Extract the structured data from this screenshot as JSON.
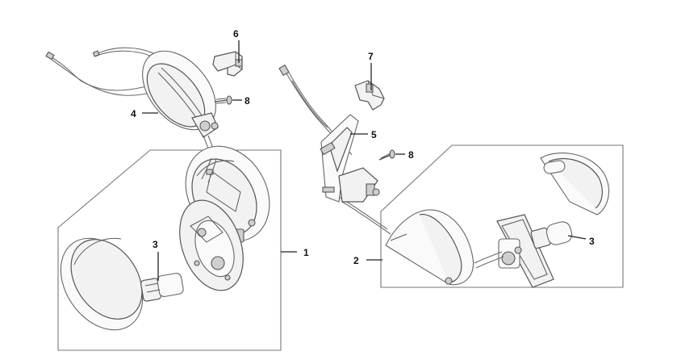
{
  "callouts": {
    "c1": "1",
    "c2": "2",
    "c3_left": "3",
    "c3_right": "3",
    "c4": "4",
    "c5": "5",
    "c6": "6",
    "c7": "7",
    "c8_left": "8",
    "c8_right": "8"
  }
}
